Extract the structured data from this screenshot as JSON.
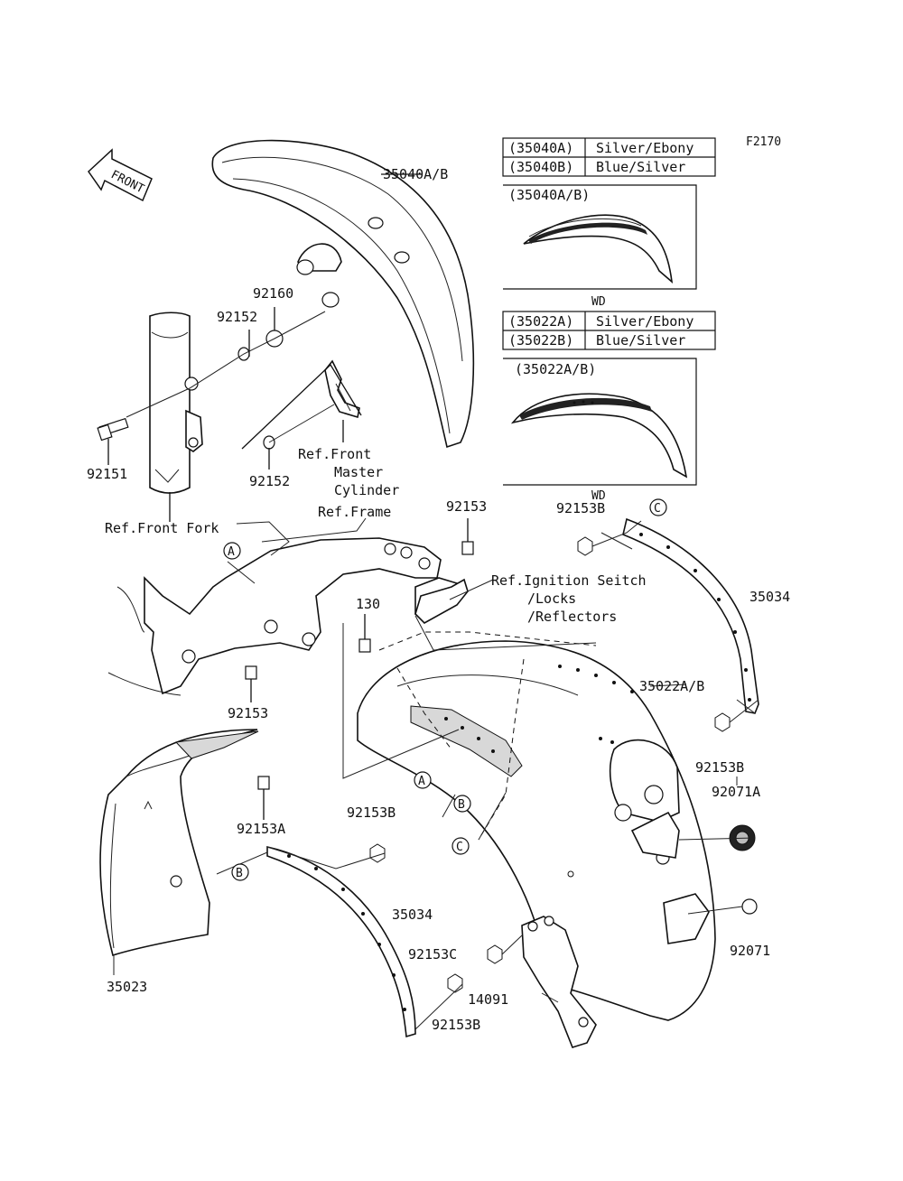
{
  "figure_code": "F2170",
  "front_arrow_text": "FRONT",
  "tables": {
    "front_fender": {
      "rows": [
        {
          "code": "(35040A)",
          "color": "Silver/Ebony"
        },
        {
          "code": "(35040B)",
          "color": "Blue/Silver"
        }
      ],
      "inset_title": "(35040A/B)",
      "inset_note": "WD"
    },
    "rear_fender": {
      "rows": [
        {
          "code": "(35022A)",
          "color": "Silver/Ebony"
        },
        {
          "code": "(35022B)",
          "color": "Blue/Silver"
        }
      ],
      "inset_title": "(35022A/B)",
      "inset_note": "WD"
    }
  },
  "labels": {
    "p35040": "35040A/B",
    "p92160": "92160",
    "p92152_top": "92152",
    "p92152_bottom": "92152",
    "p92151": "92151",
    "ref_front_master_1": "Ref.Front",
    "ref_front_master_2": "Master",
    "ref_front_master_3": "Cylinder",
    "ref_front_fork": "Ref.Front Fork",
    "ref_frame": "Ref.Frame",
    "p92153_top": "92153",
    "p92153B_top": "92153B",
    "p35034_right": "35034",
    "ref_ign_1": "Ref.Ignition Seitch",
    "ref_ign_2": "/Locks",
    "ref_ign_3": "/Reflectors",
    "p130": "130",
    "p35022": "35022A/B",
    "p92153_mid": "92153",
    "p92153B_right": "92153B",
    "p92071A": "92071A",
    "p92153A": "92153A",
    "p92153B_mid": "92153B",
    "p35034_mid": "35034",
    "p92153C": "92153C",
    "p92071": "92071",
    "p14091": "14091",
    "p92153B_bottom": "92153B",
    "p35023": "35023"
  },
  "callouts": {
    "A": "A",
    "B": "B",
    "C": "C"
  }
}
